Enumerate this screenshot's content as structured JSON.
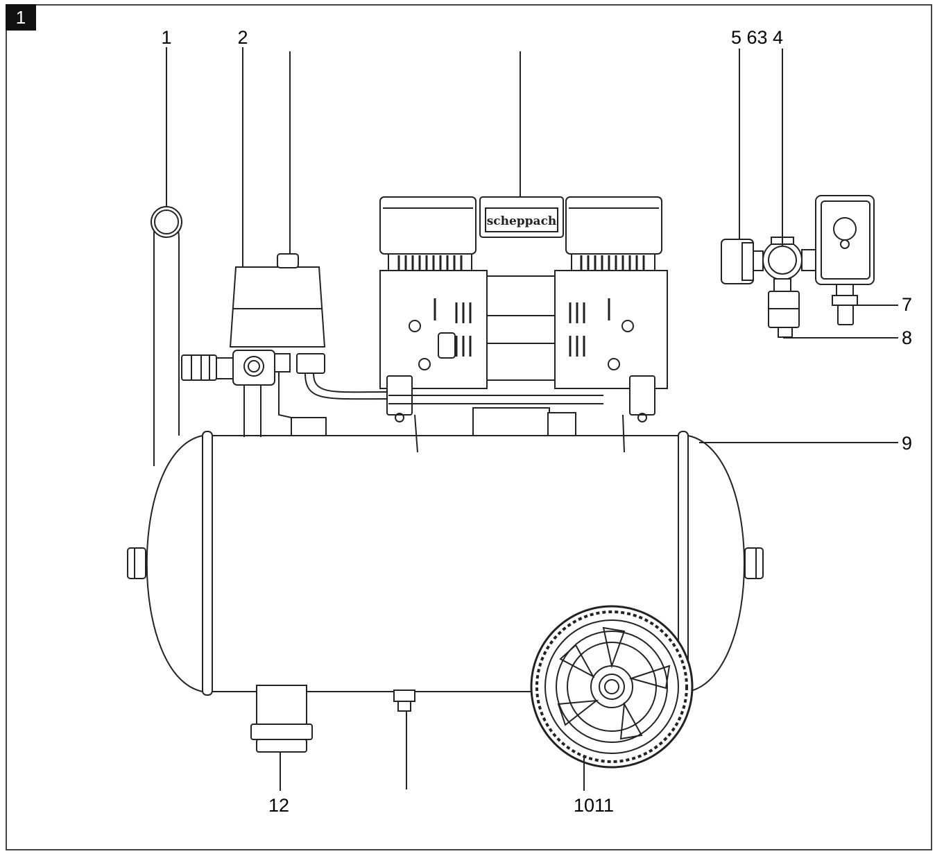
{
  "figure_number": "1",
  "brand_text": "scheppach",
  "labels": {
    "l1": "1",
    "l2": "2",
    "l5634": "5 63 4",
    "l7": "7",
    "l8": "8",
    "l9": "9",
    "l12": "12",
    "l1011": "1011"
  }
}
